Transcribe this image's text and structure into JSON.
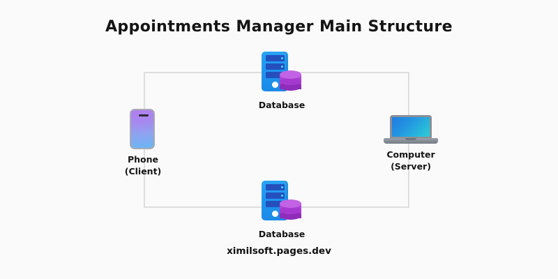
{
  "page": {
    "title": "Appointments Manager Main Structure",
    "footer": "ximilsoft.pages.dev",
    "background_color": "#fafafa",
    "text_color": "#141414"
  },
  "diagram": {
    "type": "network-architecture",
    "connector": {
      "shape": "rectangle",
      "color": "#dedede",
      "stroke_width": 2
    },
    "nodes": [
      {
        "id": "database-top",
        "icon": "database-server-icon",
        "label": "Database",
        "sublabel": "",
        "position": "top-center",
        "colors": {
          "server": "#1e96f0",
          "slot": "#2450bd",
          "led": "#39e8f2",
          "cylinder": "#a93cd4"
        }
      },
      {
        "id": "phone-client",
        "icon": "phone-icon",
        "label": "Phone",
        "sublabel": "(Client)",
        "position": "left-middle",
        "colors": {
          "gradient_start": "#b07ff0",
          "gradient_end": "#69b6f2",
          "border": "#a8abb2"
        }
      },
      {
        "id": "computer-server",
        "icon": "laptop-icon",
        "label": "Computer",
        "sublabel": "(Server)",
        "position": "right-middle",
        "colors": {
          "screen_start": "#1f7ce0",
          "screen_end": "#2ccdd6",
          "chassis": "#8a8f98"
        }
      },
      {
        "id": "database-bottom",
        "icon": "database-server-icon",
        "label": "Database",
        "sublabel": "",
        "position": "bottom-center",
        "colors": {
          "server": "#1e96f0",
          "slot": "#2450bd",
          "led": "#39e8f2",
          "cylinder": "#a93cd4"
        }
      }
    ]
  }
}
